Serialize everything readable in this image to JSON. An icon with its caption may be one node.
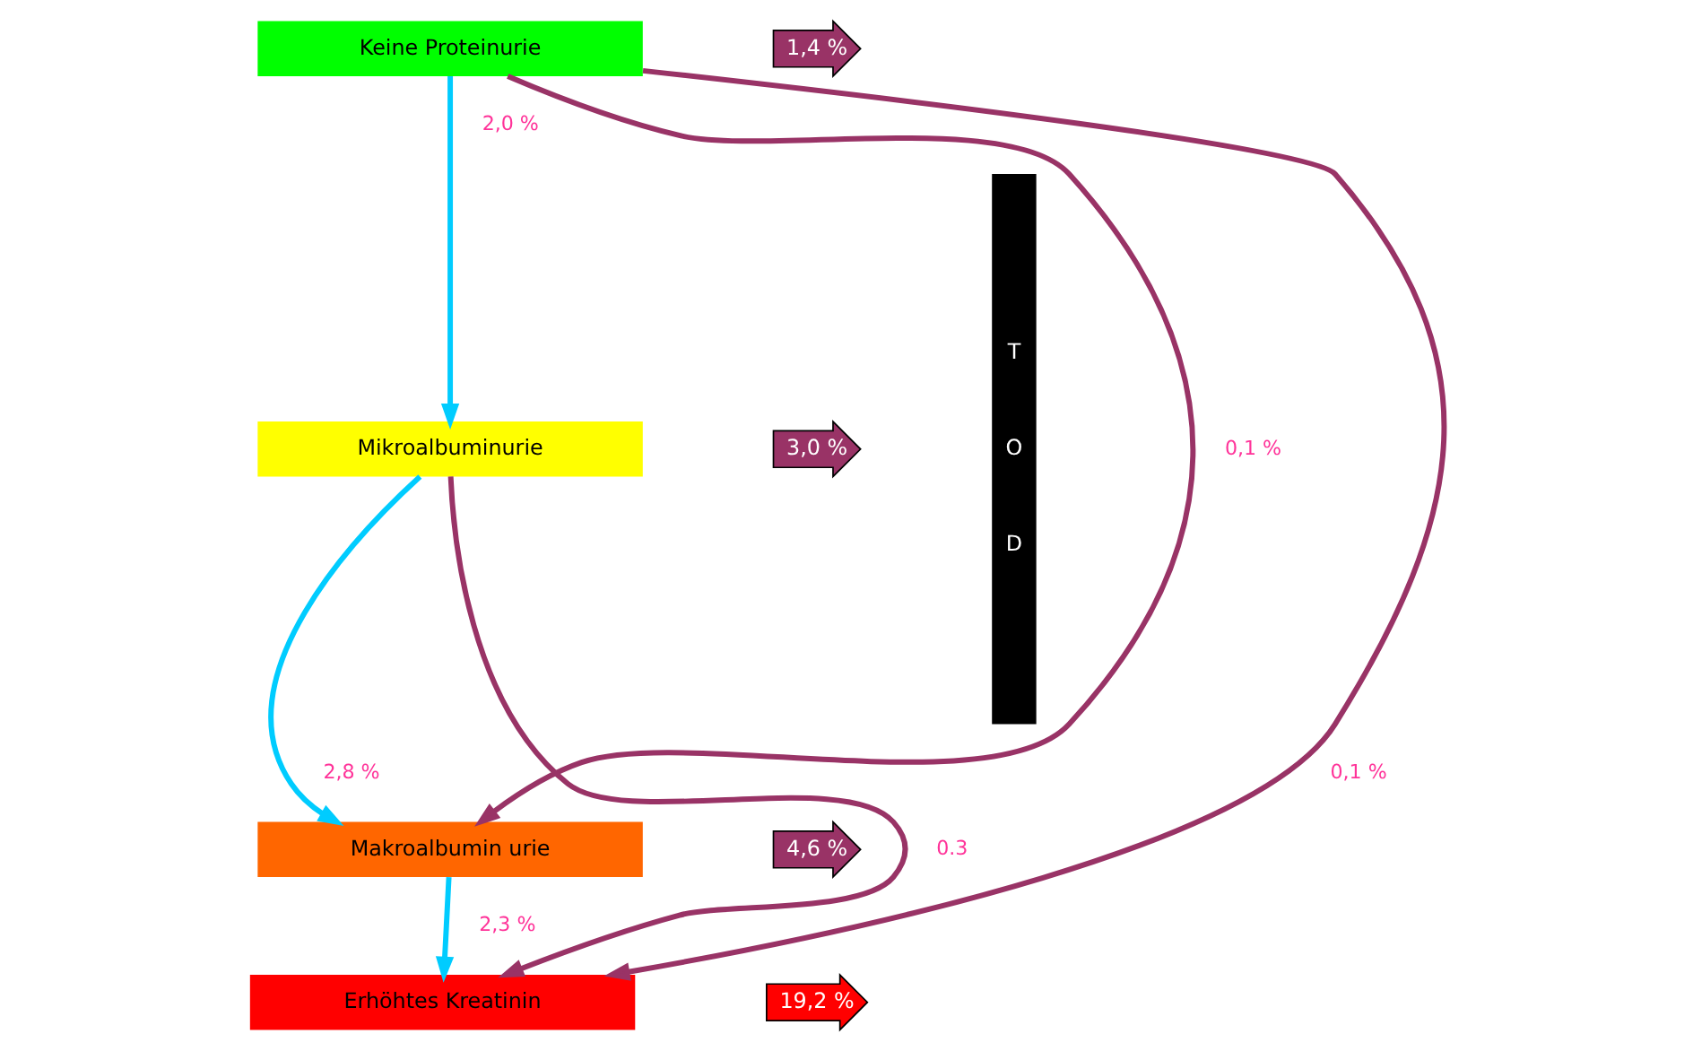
{
  "diagram": {
    "nodes": [
      {
        "text": [
          "Keine Proteinurie"
        ]
      },
      {
        "text": [
          "Mikroalbuminurie"
        ]
      },
      {
        "text": [
          "Makroalbumin urie"
        ]
      },
      {
        "text": [
          "Erhöhtes Kreatinin"
        ]
      },
      {
        "text": [
          "1,4 %"
        ]
      },
      {
        "text": [
          "3,0 %"
        ]
      },
      {
        "text": [
          "4,6 %"
        ]
      },
      {
        "text": [
          "19,2 %"
        ]
      },
      {
        "text": [
          "T",
          "O",
          "D"
        ]
      }
    ],
    "edges": [
      {
        "from": 0,
        "to": 1,
        "arrow": "to",
        "label": "2,0 %",
        "color": "#00ccff"
      },
      {
        "from": 1,
        "to": 2,
        "arrow": "to",
        "label": "2,8 %",
        "color": "#00ccff"
      },
      {
        "from": 2,
        "to": 3,
        "arrow": "to",
        "label": "2,3 %",
        "color": "#00ccff"
      },
      {
        "from": 0,
        "to": 2,
        "arrow": "to",
        "label": "0,1 %",
        "color": "#993366"
      },
      {
        "from": 1,
        "to": 3,
        "arrow": "to",
        "label": "0.3",
        "color": "#993366"
      },
      {
        "from": 0,
        "to": 3,
        "arrow": "to",
        "label": "0,1 %",
        "color": "#993366"
      }
    ]
  }
}
